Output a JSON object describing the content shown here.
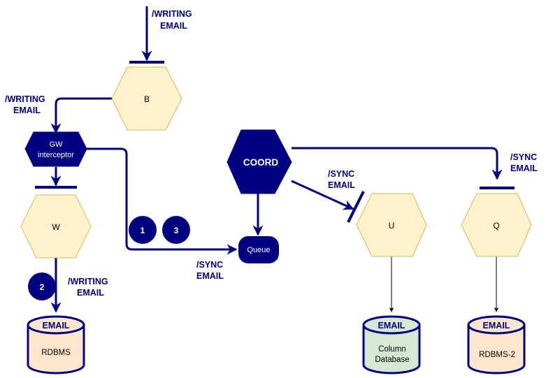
{
  "colors": {
    "navy": "#000080",
    "service_fill": "#fff2cc",
    "service_stroke": "#d6b656",
    "rdbms_fill": "#ffe6cc",
    "column_db_fill": "#d5e8d4",
    "thin_edge": "#000000"
  },
  "nodes": {
    "b": {
      "label": "B"
    },
    "gw": {
      "label_line1": "GW",
      "label_line2": "interceptor"
    },
    "w": {
      "label": "W"
    },
    "coord": {
      "label": "COORD"
    },
    "queue": {
      "label": "Queue"
    },
    "u": {
      "label": "U"
    },
    "q": {
      "label": "Q"
    }
  },
  "databases": {
    "rdbms": {
      "title": "EMAIL",
      "line1": "RDBMS",
      "line2": ""
    },
    "column": {
      "title": "EMAIL",
      "line1": "Column",
      "line2": "Database"
    },
    "rdbms2": {
      "title": "EMAIL",
      "line1": "RDBMS-2",
      "line2": ""
    }
  },
  "badges": [
    "1",
    "3",
    "2"
  ],
  "edge_labels": {
    "into_b": [
      "/WRITING",
      "EMAIL"
    ],
    "b_to_gw": [
      "/WRITING",
      "EMAIL"
    ],
    "w_to_rdbms": [
      "/WRITING",
      "EMAIL"
    ],
    "gw_to_queue": [
      "/SYNC",
      "EMAIL"
    ],
    "coord_to_u": [
      "/SYNC",
      "EMAIL"
    ],
    "coord_to_q": [
      "/SYNC",
      "EMAIL"
    ]
  }
}
